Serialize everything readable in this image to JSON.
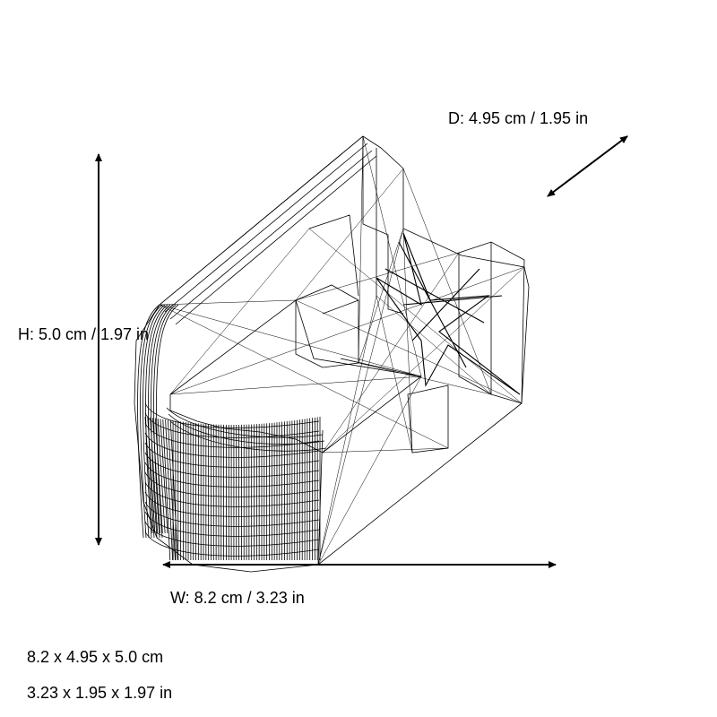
{
  "dimensions": {
    "depth_label": "D: 4.95 cm / 1.95 in",
    "height_label": "H: 5.0 cm / 1.97 in",
    "width_label": "W: 8.2 cm / 3.23 in"
  },
  "summary": {
    "metric": "8.2 x 4.95 x 5.0 cm",
    "imperial": "3.23 x 1.95 x 1.97 in"
  }
}
